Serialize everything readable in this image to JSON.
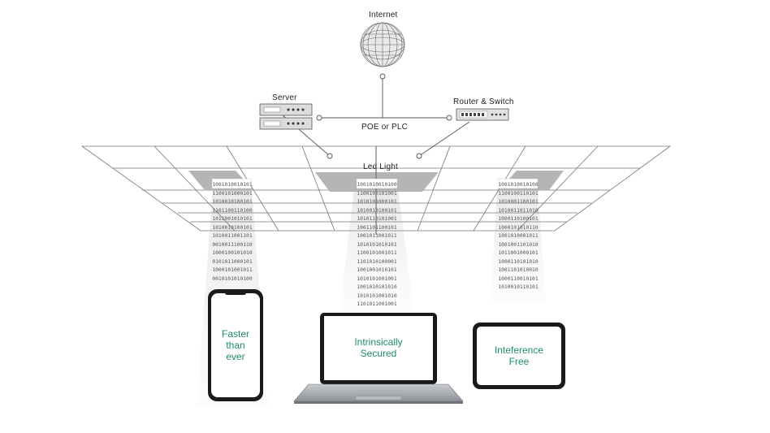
{
  "labels": {
    "internet": "Internet",
    "server": "Server",
    "router": "Router & Switch",
    "poe": "POE or PLC",
    "led": "Led Light"
  },
  "devices": {
    "phone": {
      "text": "Faster\nthan\never"
    },
    "laptop": {
      "text": "Intrinsically\nSecured"
    },
    "tablet": {
      "text": "Inteference\nFree"
    }
  },
  "data_streams": {
    "left": [
      "1001010010101",
      "1100101000101",
      "1010010100101",
      "1101100110100",
      "1011001010101",
      "1010010100101",
      "1010011001101",
      "0010011100110",
      "1000100101010",
      "0101011000101",
      "1000101001011",
      "0010101010100"
    ],
    "center": [
      "1001010010100",
      "1100100101001",
      "1010101000101",
      "1010010100101",
      "1010110101001",
      "1001101100101",
      "1001011001011",
      "1010101010101",
      "1100101001011",
      "1101010100001",
      "1001001010101",
      "1010101001001",
      "1001010101010",
      "1010101001010",
      "1101011001001"
    ],
    "right": [
      "1001010010100",
      "1100100110101",
      "1010001100101",
      "1010011011010",
      "1000110100101",
      "1000101010110",
      "1001010001011",
      "1001001101010",
      "1011001000101",
      "1000110101010",
      "1001101010010",
      "1000110010101",
      "1010010110101"
    ]
  },
  "colors": {
    "accent_text": "#1f8a6e",
    "line": "#555555",
    "grid": "#777777",
    "device_frame": "#1a1a1a"
  }
}
